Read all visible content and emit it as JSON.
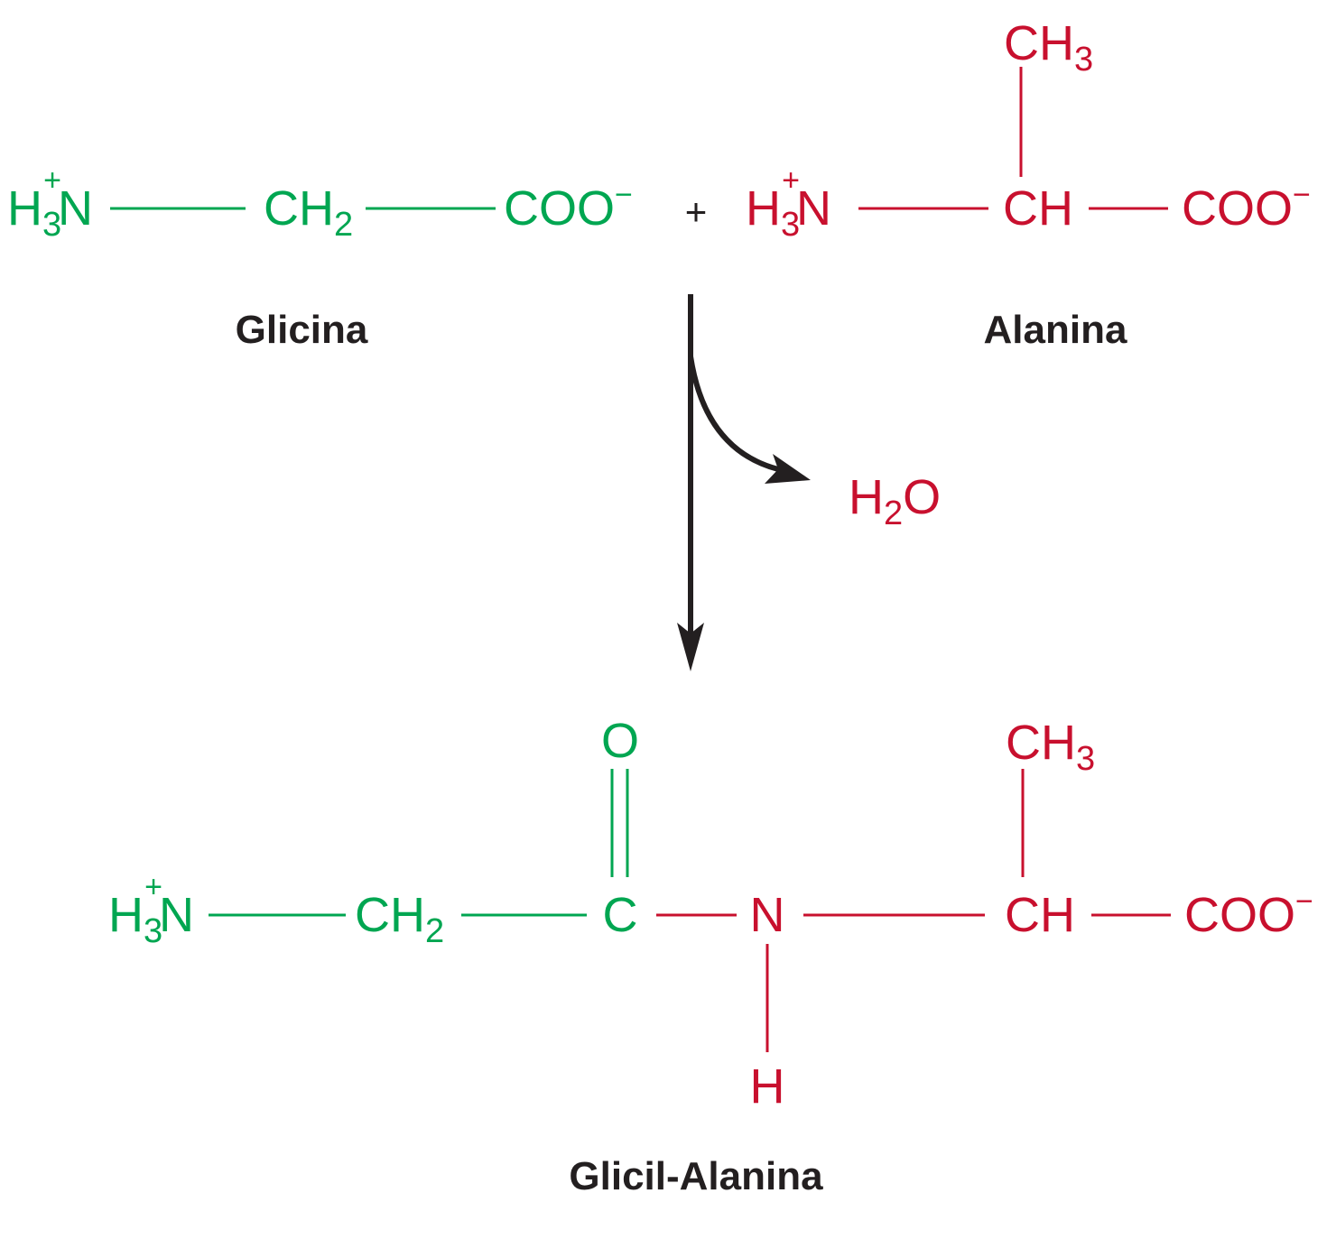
{
  "colors": {
    "glycine": "#00a651",
    "alanine": "#c8102e",
    "text": "#231f20"
  },
  "reactants": {
    "glycine": {
      "amino": {
        "base": "H",
        "sub": "3",
        "sup": "+",
        "tail": "N"
      },
      "ch2": {
        "base": "CH",
        "sub": "2"
      },
      "carboxyl": {
        "base": "COO",
        "sup": "−"
      },
      "name": "Glicina"
    },
    "plus": "+",
    "alanine": {
      "amino": {
        "base": "H",
        "sub": "3",
        "sup": "+",
        "tail": "N"
      },
      "methyl": {
        "base": "CH",
        "sub": "3"
      },
      "ch": "CH",
      "carboxyl": {
        "base": "COO",
        "sup": "−"
      },
      "name": "Alanina"
    }
  },
  "byproduct": {
    "base": "H",
    "sub": "2",
    "tail": "O"
  },
  "product": {
    "amino": {
      "base": "H",
      "sub": "3",
      "sup": "+",
      "tail": "N"
    },
    "ch2": {
      "base": "CH",
      "sub": "2"
    },
    "carbonyl_o": "O",
    "carbonyl_c": "C",
    "amide_n": "N",
    "amide_h": "H",
    "methyl": {
      "base": "CH",
      "sub": "3"
    },
    "ch": "CH",
    "carboxyl": {
      "base": "COO",
      "sup": "−"
    },
    "name": "Glicil-Alanina"
  }
}
